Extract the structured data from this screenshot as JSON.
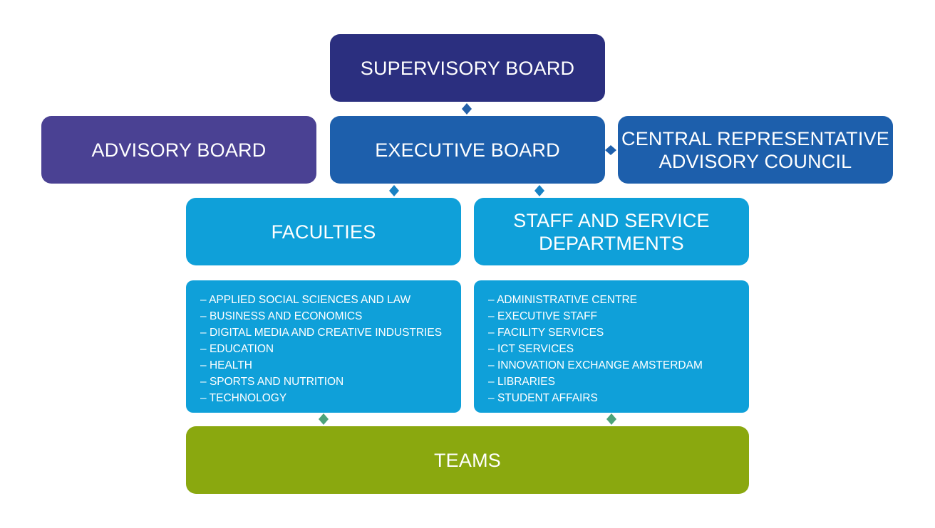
{
  "boxes": {
    "supervisory_board": "SUPERVISORY BOARD",
    "advisory_board": "ADVISORY BOARD",
    "executive_board": "EXECUTIVE BOARD",
    "central_council": "CENTRAL REPRESENTATIVE\nADVISORY COUNCIL",
    "faculties": "FACULTIES",
    "staff_departments": "STAFF AND SERVICE\nDEPARTMENTS",
    "teams": "TEAMS"
  },
  "faculties_list": [
    "APPLIED SOCIAL SCIENCES AND LAW",
    "BUSINESS AND ECONOMICS",
    "DIGITAL MEDIA AND CREATIVE INDUSTRIES",
    "EDUCATION",
    "HEALTH",
    "SPORTS AND NUTRITION",
    "TECHNOLOGY"
  ],
  "staff_list": [
    "ADMINISTRATIVE CENTRE",
    "EXECUTIVE STAFF",
    "FACILITY SERVICES",
    "ICT SERVICES",
    "INNOVATION EXCHANGE AMSTERDAM",
    "LIBRARIES",
    "STUDENT AFFAIRS"
  ],
  "colors": {
    "supervisory": "#2b2f7f",
    "advisory": "#4a4193",
    "executive": "#1d5fac",
    "faculties": "#0fa0d9",
    "teams": "#8aa80f"
  }
}
